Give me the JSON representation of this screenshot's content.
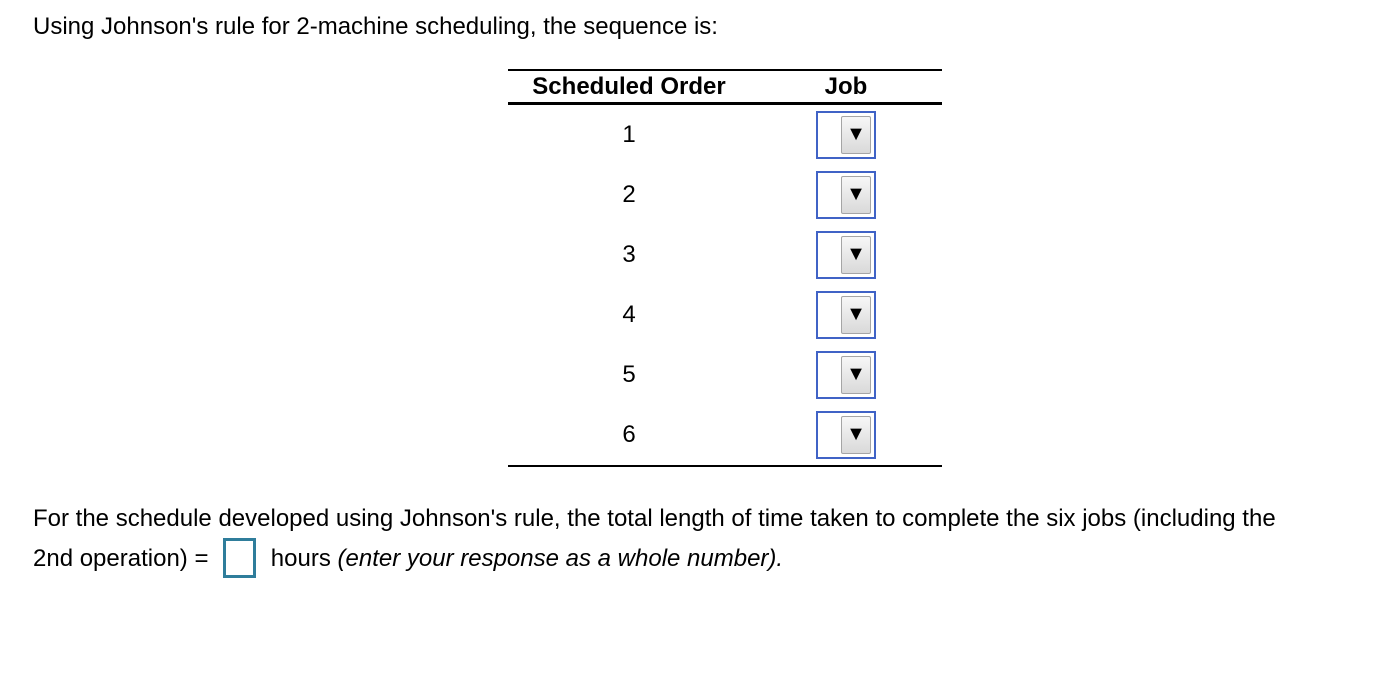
{
  "intro": "Using Johnson's rule for 2-machine scheduling, the sequence is:",
  "table": {
    "headers": {
      "scheduled_order": "Scheduled Order",
      "job": "Job"
    },
    "rows": [
      {
        "order": "1",
        "job_selected": ""
      },
      {
        "order": "2",
        "job_selected": ""
      },
      {
        "order": "3",
        "job_selected": ""
      },
      {
        "order": "4",
        "job_selected": ""
      },
      {
        "order": "5",
        "job_selected": ""
      },
      {
        "order": "6",
        "job_selected": ""
      }
    ]
  },
  "icons": {
    "dropdown_arrow": "▼"
  },
  "followup": {
    "line1": "For the schedule developed using Johnson's rule, the total length of time taken to complete the six jobs (including the",
    "line2_before_input": "2nd operation) = ",
    "answer_value": "",
    "after_input": " hours ",
    "instruction_italic": "(enter your response as a whole number)."
  },
  "colors": {
    "dropdown_border": "#4063c6",
    "input_border": "#2f7d9b",
    "text": "#000000",
    "background": "#ffffff"
  }
}
